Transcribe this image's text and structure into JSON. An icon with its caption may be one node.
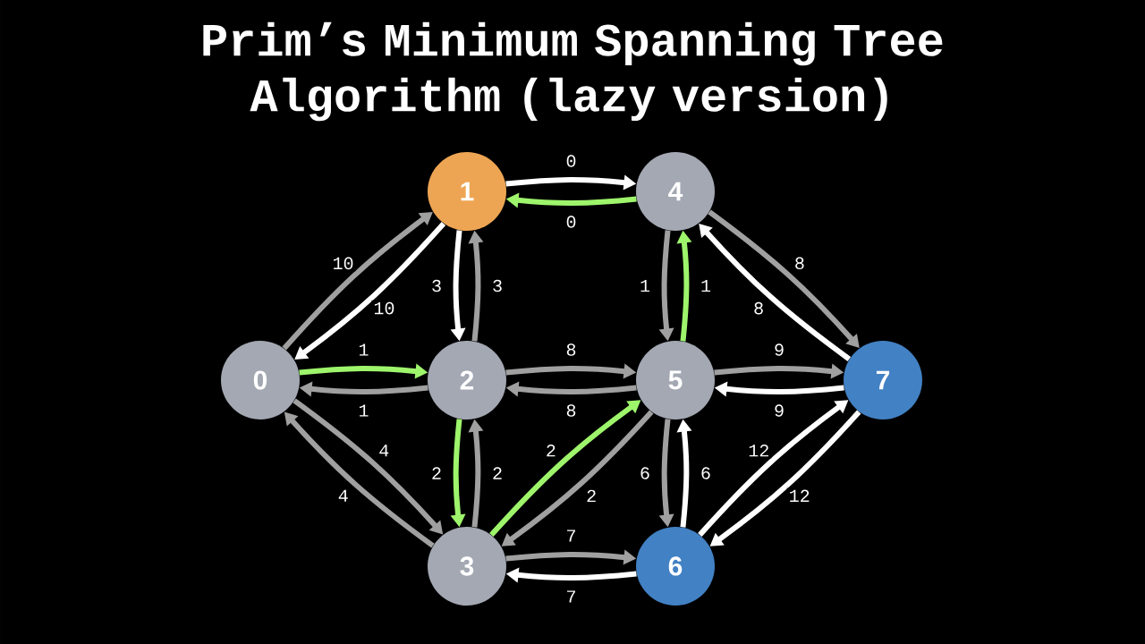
{
  "diagram": {
    "title": "Prim’s Minimum Spanning Tree Algorithm (lazy version)",
    "nodes": [
      {
        "text": [
          "0"
        ]
      },
      {
        "text": [
          "1"
        ]
      },
      {
        "text": [
          "2"
        ]
      },
      {
        "text": [
          "3"
        ]
      },
      {
        "text": [
          "4"
        ]
      },
      {
        "text": [
          "5"
        ]
      },
      {
        "text": [
          "6"
        ]
      },
      {
        "text": [
          "7"
        ]
      }
    ],
    "edges": [
      {
        "from": 0,
        "to": 1,
        "arrow": "to",
        "label": "10"
      },
      {
        "from": 1,
        "to": 0,
        "arrow": "to",
        "label": "10",
        "color": "#ffffff"
      },
      {
        "from": 1,
        "to": 4,
        "arrow": "to",
        "label": "0",
        "color": "#ffffff"
      },
      {
        "from": 4,
        "to": 1,
        "arrow": "to",
        "label": "0",
        "color": "#9ef56c"
      },
      {
        "from": 1,
        "to": 2,
        "arrow": "to",
        "label": "3",
        "color": "#ffffff"
      },
      {
        "from": 2,
        "to": 1,
        "arrow": "to",
        "label": "3"
      },
      {
        "from": 0,
        "to": 2,
        "arrow": "to",
        "label": "1",
        "color": "#9ef56c"
      },
      {
        "from": 2,
        "to": 0,
        "arrow": "to",
        "label": "1"
      },
      {
        "from": 0,
        "to": 3,
        "arrow": "to",
        "label": "4"
      },
      {
        "from": 3,
        "to": 0,
        "arrow": "to",
        "label": "4"
      },
      {
        "from": 2,
        "to": 3,
        "arrow": "to",
        "label": "2",
        "color": "#9ef56c"
      },
      {
        "from": 3,
        "to": 2,
        "arrow": "to",
        "label": "2"
      },
      {
        "from": 2,
        "to": 5,
        "arrow": "to",
        "label": "8"
      },
      {
        "from": 5,
        "to": 2,
        "arrow": "to",
        "label": "8"
      },
      {
        "from": 4,
        "to": 5,
        "arrow": "to",
        "label": "1"
      },
      {
        "from": 5,
        "to": 4,
        "arrow": "to",
        "label": "1",
        "color": "#9ef56c"
      },
      {
        "from": 4,
        "to": 7,
        "arrow": "to",
        "label": "8"
      },
      {
        "from": 7,
        "to": 4,
        "arrow": "to",
        "label": "8",
        "color": "#ffffff"
      },
      {
        "from": 5,
        "to": 7,
        "arrow": "to",
        "label": "9"
      },
      {
        "from": 7,
        "to": 5,
        "arrow": "to",
        "label": "9",
        "color": "#ffffff"
      },
      {
        "from": 3,
        "to": 5,
        "arrow": "to",
        "label": "2",
        "color": "#9ef56c"
      },
      {
        "from": 5,
        "to": 3,
        "arrow": "to",
        "label": "2"
      },
      {
        "from": 5,
        "to": 6,
        "arrow": "to",
        "label": "6"
      },
      {
        "from": 6,
        "to": 5,
        "arrow": "to",
        "label": "6",
        "color": "#ffffff"
      },
      {
        "from": 3,
        "to": 6,
        "arrow": "to",
        "label": "7"
      },
      {
        "from": 6,
        "to": 3,
        "arrow": "to",
        "label": "7",
        "color": "#ffffff"
      },
      {
        "from": 6,
        "to": 7,
        "arrow": "to",
        "label": "12",
        "color": "#ffffff"
      },
      {
        "from": 7,
        "to": 6,
        "arrow": "to",
        "label": "12",
        "color": "#ffffff"
      }
    ]
  }
}
